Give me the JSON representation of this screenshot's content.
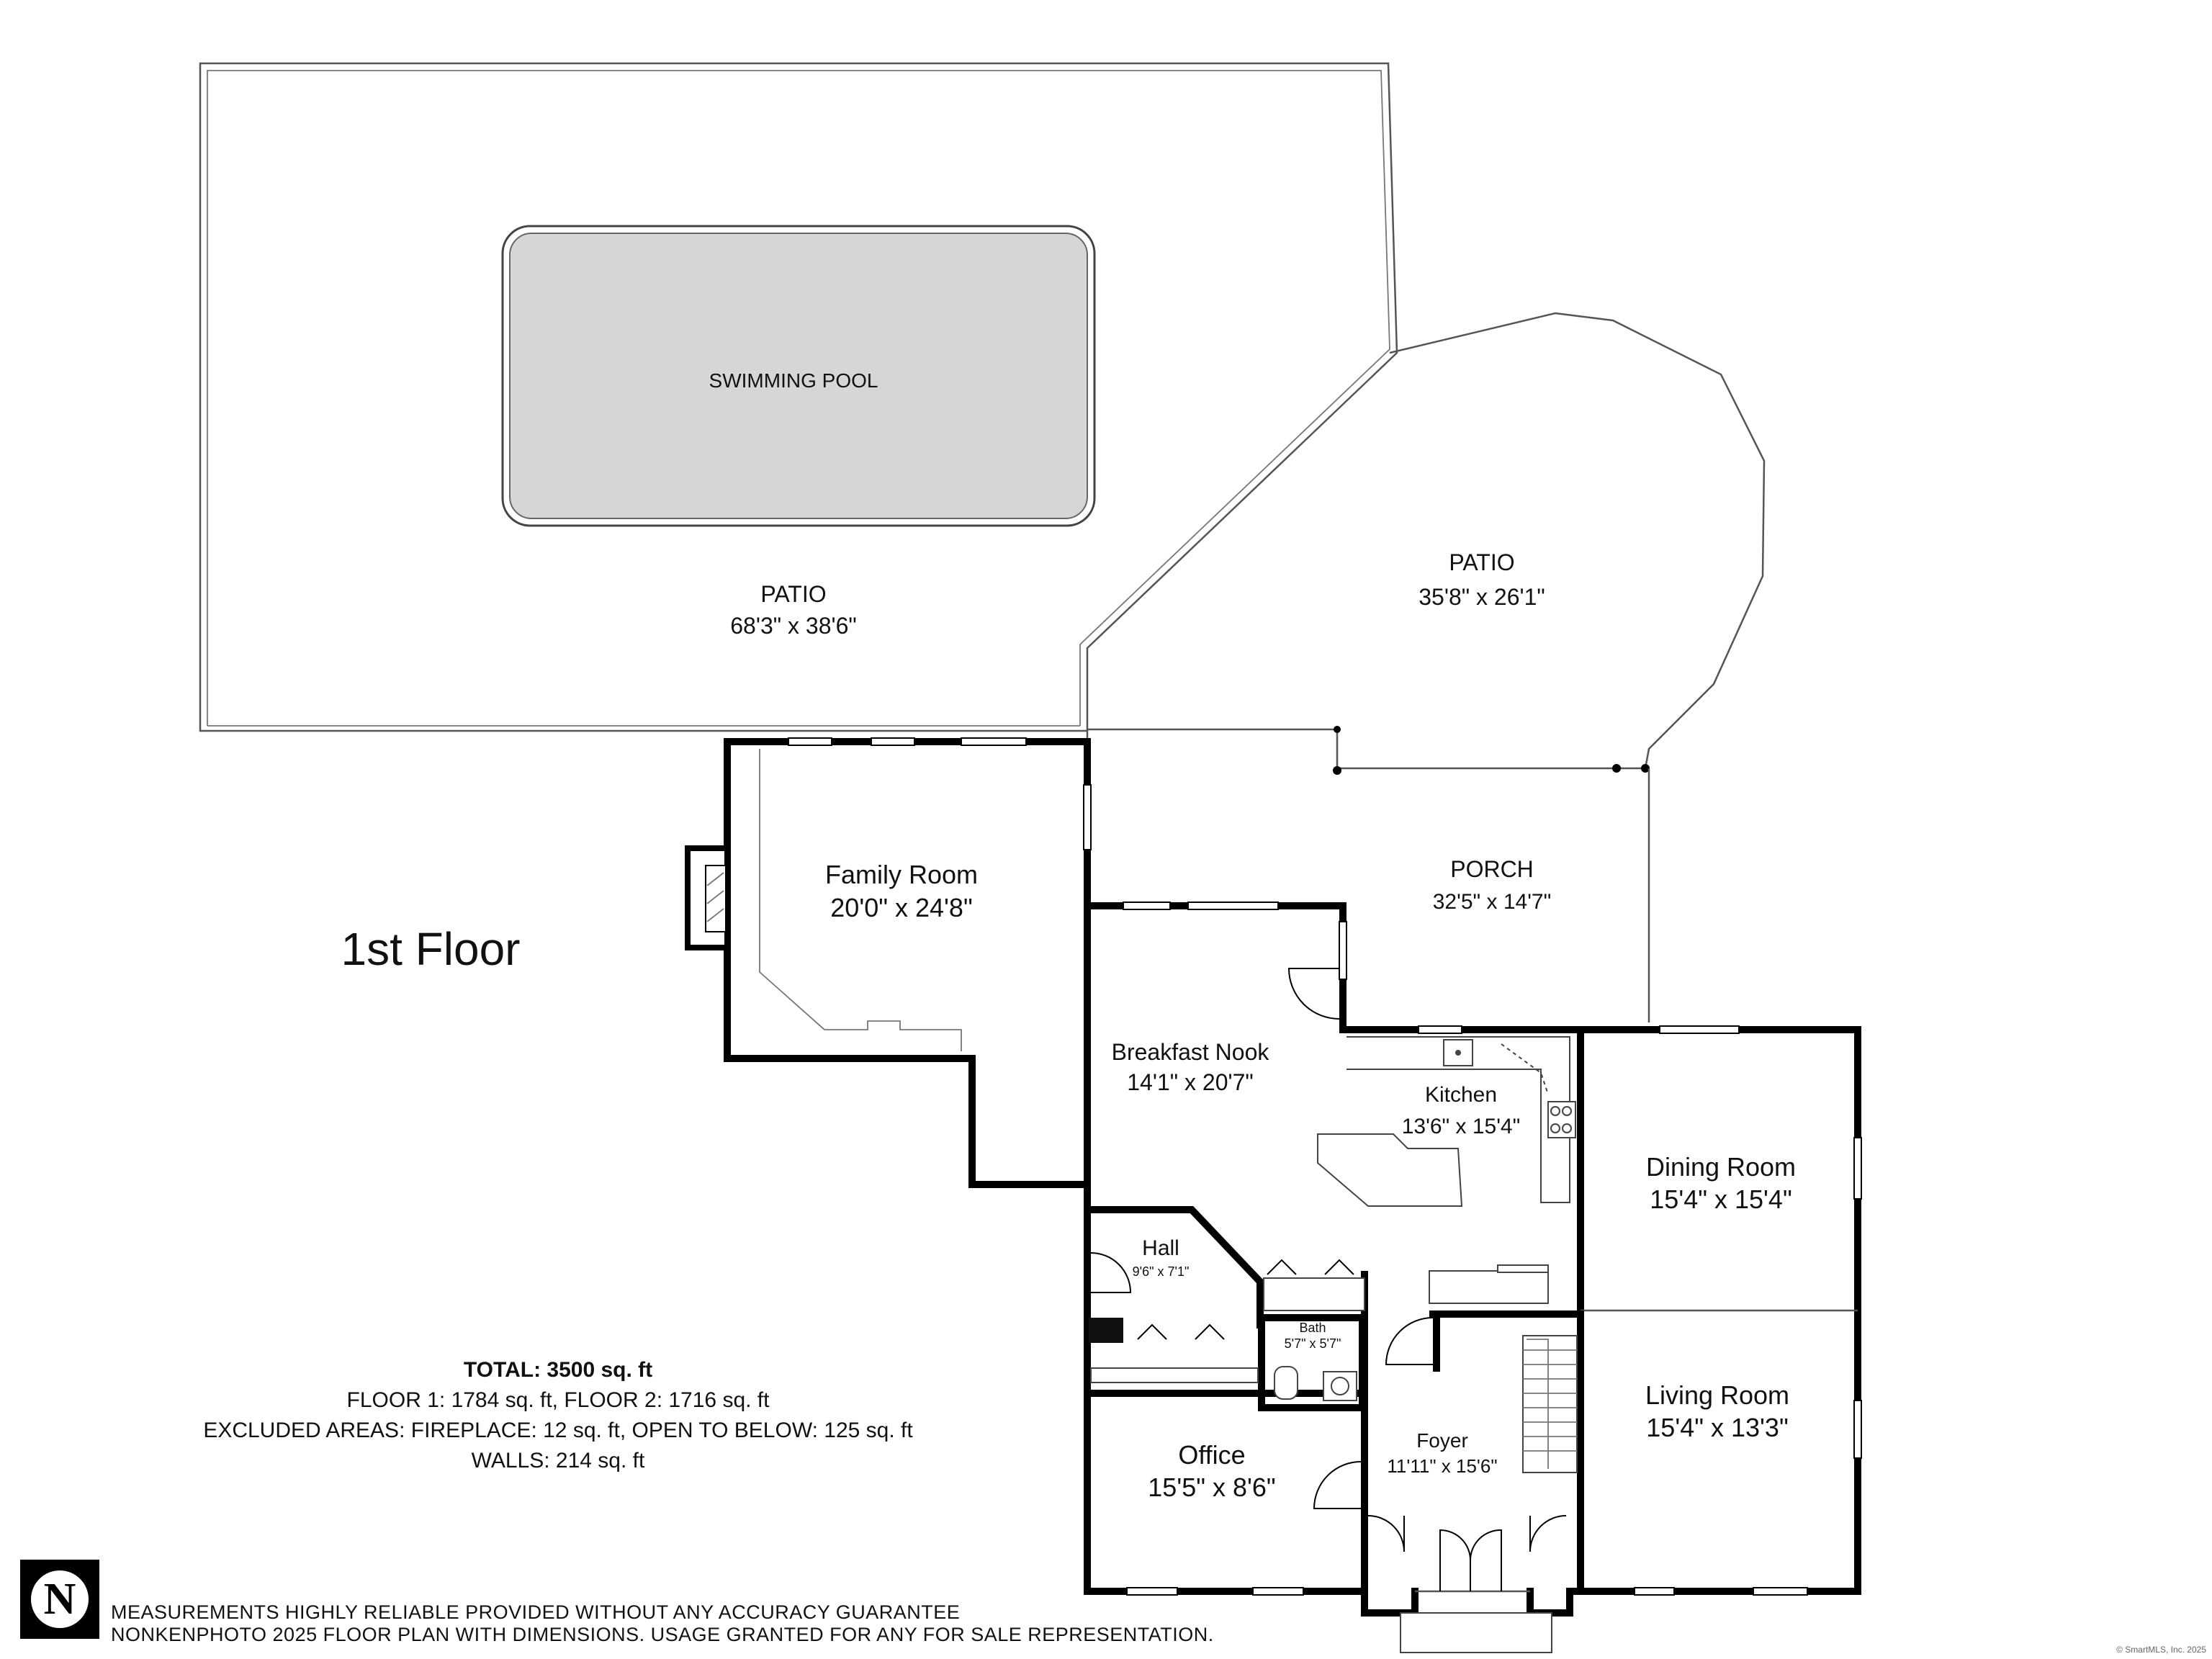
{
  "floor_label": "1st Floor",
  "rooms": {
    "pool": {
      "name": "SWIMMING POOL"
    },
    "patio_west": {
      "name": "PATIO",
      "dims": "68'3\" x 38'6\""
    },
    "patio_east": {
      "name": "PATIO",
      "dims": "35'8\" x 26'1\""
    },
    "porch": {
      "name": "PORCH",
      "dims": "32'5\" x 14'7\""
    },
    "family_room": {
      "name": "Family Room",
      "dims": "20'0\" x 24'8\""
    },
    "breakfast_nook": {
      "name": "Breakfast Nook",
      "dims": "14'1\" x 20'7\""
    },
    "kitchen": {
      "name": "Kitchen",
      "dims": "13'6\" x 15'4\""
    },
    "dining_room": {
      "name": "Dining Room",
      "dims": "15'4\" x 15'4\""
    },
    "hall": {
      "name": "Hall",
      "dims": "9'6\" x 7'1\""
    },
    "bath": {
      "name": "Bath",
      "dims": "5'7\" x 5'7\""
    },
    "living_room": {
      "name": "Living Room",
      "dims": "15'4\" x 13'3\""
    },
    "office": {
      "name": "Office",
      "dims": "15'5\" x 8'6\""
    },
    "foyer": {
      "name": "Foyer",
      "dims": "11'11\" x 15'6\""
    }
  },
  "summary": {
    "total": "TOTAL: 3500 sq. ft",
    "floors": "FLOOR 1: 1784 sq. ft, FLOOR 2: 1716 sq. ft",
    "excluded": "EXCLUDED AREAS: FIREPLACE: 12 sq. ft, OPEN TO BELOW: 125 sq. ft",
    "walls": "WALLS: 214 sq. ft"
  },
  "footer": {
    "logo_letter": "N",
    "line1": "MEASUREMENTS HIGHLY RELIABLE PROVIDED WITHOUT ANY ACCURACY GUARANTEE",
    "line2": "NONKENPHOTO 2025  FLOOR PLAN WITH DIMENSIONS. USAGE GRANTED FOR ANY FOR SALE REPRESENTATION."
  },
  "credit": "© SmartMLS, Inc. 2025"
}
